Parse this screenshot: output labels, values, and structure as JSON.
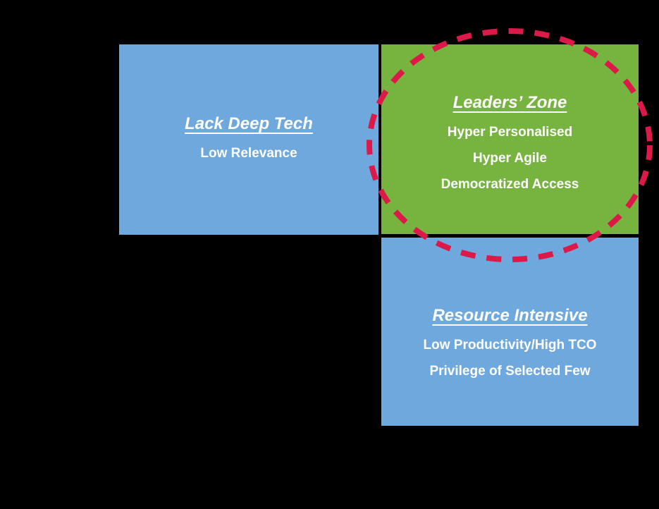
{
  "diagram": {
    "background_color": "#000000",
    "text_color": "#FFFFFF",
    "quadrants": {
      "top_left": {
        "title": "Lack Deep Tech",
        "lines": [
          "Low Relevance"
        ],
        "bg": "#6FA8DC"
      },
      "top_right": {
        "title": "Leaders’ Zone",
        "lines": [
          "Hyper Personalised",
          "Hyper Agile",
          "Democratized Access"
        ],
        "bg": "#77B43F"
      },
      "bottom_right": {
        "title": "Resource Intensive",
        "lines": [
          "Low Productivity/High TCO",
          "Privilege of Selected Few"
        ],
        "bg": "#6FA8DC"
      }
    },
    "highlight_ellipse": {
      "style": "dashed",
      "color": "#DB1A4A"
    }
  }
}
